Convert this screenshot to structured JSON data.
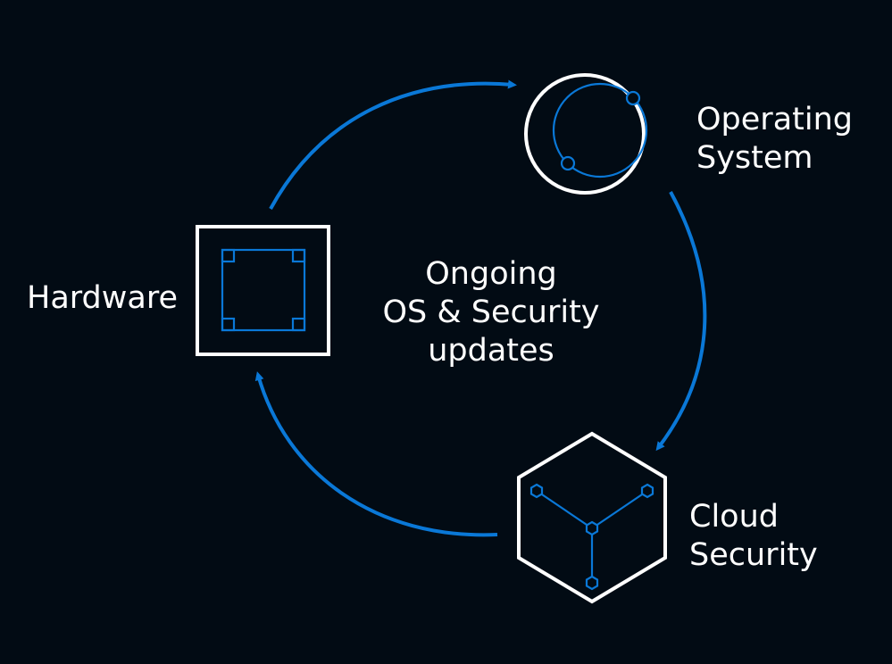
{
  "diagram": {
    "title": "Ongoing OS & Security update cycle",
    "background_color": "#020b14",
    "accent_color": "#0a78d7",
    "outline_color": "#ffffff",
    "center_label": {
      "line1": "Ongoing",
      "line2": "OS & Security",
      "line3": "updates"
    },
    "nodes": [
      {
        "id": "operating-system",
        "icon": "os-ring-icon",
        "shape": "circle",
        "label_line1": "Operating",
        "label_line2": "System"
      },
      {
        "id": "cloud-security",
        "icon": "network-hexagon-icon",
        "shape": "hexagon",
        "label_line1": "Cloud",
        "label_line2": "Security"
      },
      {
        "id": "hardware",
        "icon": "chip-square-icon",
        "shape": "square",
        "label_line1": "Hardware"
      }
    ],
    "edges": [
      {
        "from": "hardware",
        "to": "operating-system",
        "direction": "clockwise"
      },
      {
        "from": "operating-system",
        "to": "cloud-security",
        "direction": "clockwise"
      },
      {
        "from": "cloud-security",
        "to": "hardware",
        "direction": "clockwise"
      }
    ]
  }
}
